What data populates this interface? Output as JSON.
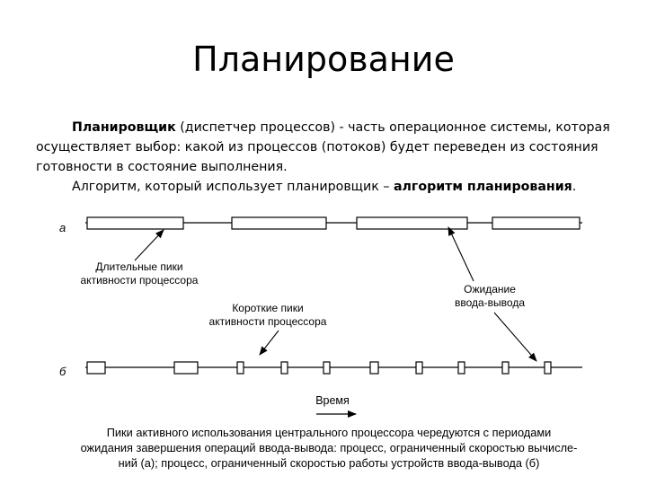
{
  "title": "Планирование",
  "paragraph1": {
    "term": "Планировщик",
    "text": " (диспетчер процессов) - часть операционное системы, которая осуществляет выбор: какой из процессов (потоков) будет переведен из состояния готовности в состояние выполнения."
  },
  "paragraph2": {
    "text": "Алгоритм, который использует планировщик – ",
    "term": "алгоритм планирования",
    "end": "."
  },
  "diagram": {
    "label_a": "а",
    "label_b": "б",
    "long_bursts_line1": "Длительные пики",
    "long_bursts_line2": "активности процессора",
    "io_wait_line1": "Ожидание",
    "io_wait_line2": "ввода-вывода",
    "short_bursts_line1": "Короткие пики",
    "short_bursts_line2": "активности процессора",
    "time_label": "Время",
    "caption_line1": "Пики активного использования центрального процессора чередуются с периодами",
    "caption_line2": "ожидания завершения операций ввода-вывода: процесс, ограниченный скоростью вычисле-",
    "caption_line3": "ний (а); процесс, ограниченный скоростью работы устройств ввода-вывода (б)"
  }
}
